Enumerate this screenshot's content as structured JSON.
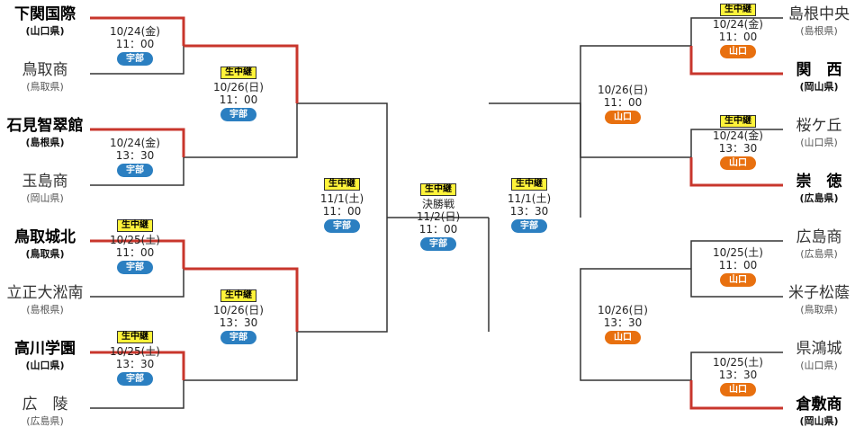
{
  "colors": {
    "win_line": "#c8362c",
    "line": "#333333",
    "udabe": "#2b7fc1",
    "yamaguchi": "#e8700f",
    "live_bg": "#fff33a"
  },
  "left_teams": [
    {
      "name": "下関国際",
      "pref": "(山口県)",
      "win": true
    },
    {
      "name": "鳥取商",
      "pref": "(鳥取県)",
      "win": false
    },
    {
      "name": "石見智翠館",
      "pref": "(島根県)",
      "win": true
    },
    {
      "name": "玉島商",
      "pref": "(岡山県)",
      "win": false
    },
    {
      "name": "鳥取城北",
      "pref": "(鳥取県)",
      "win": true
    },
    {
      "name": "立正大淞南",
      "pref": "(島根県)",
      "win": false
    },
    {
      "name": "高川学園",
      "pref": "(山口県)",
      "win": true
    },
    {
      "name": "広　陵",
      "pref": "(広島県)",
      "win": false
    }
  ],
  "right_teams": [
    {
      "name": "島根中央",
      "pref": "(島根県)",
      "win": false
    },
    {
      "name": "関　西",
      "pref": "(岡山県)",
      "win": true
    },
    {
      "name": "桜ケ丘",
      "pref": "(山口県)",
      "win": false
    },
    {
      "name": "崇　徳",
      "pref": "(広島県)",
      "win": true
    },
    {
      "name": "広島商",
      "pref": "(広島県)",
      "win": false
    },
    {
      "name": "米子松蔭",
      "pref": "(鳥取県)",
      "win": false
    },
    {
      "name": "県鴻城",
      "pref": "(山口県)",
      "win": false
    },
    {
      "name": "倉敷商",
      "pref": "(岡山県)",
      "win": true
    }
  ],
  "matches": {
    "l1_1": {
      "live": "",
      "date": "10/24(金)",
      "time": "11：00",
      "venue": "宇部",
      "venue_type": "udabe"
    },
    "l1_2": {
      "live": "",
      "date": "10/24(金)",
      "time": "13：30",
      "venue": "宇部",
      "venue_type": "udabe"
    },
    "l1_3": {
      "live": "生中継",
      "date": "10/25(土)",
      "time": "11：00",
      "venue": "宇部",
      "venue_type": "udabe"
    },
    "l1_4": {
      "live": "生中継",
      "date": "10/25(土)",
      "time": "13：30",
      "venue": "宇部",
      "venue_type": "udabe"
    },
    "l2_1": {
      "live": "生中継",
      "date": "10/26(日)",
      "time": "11：00",
      "venue": "宇部",
      "venue_type": "udabe"
    },
    "l2_2": {
      "live": "生中継",
      "date": "10/26(日)",
      "time": "13：30",
      "venue": "宇部",
      "venue_type": "udabe"
    },
    "l3": {
      "live": "生中継",
      "date": "11/1(土)",
      "time": "11：00",
      "venue": "宇部",
      "venue_type": "udabe"
    },
    "final": {
      "live": "生中継",
      "label": "決勝戦",
      "date": "11/2(日)",
      "time": "11：00",
      "venue": "宇部",
      "venue_type": "udabe"
    },
    "r3": {
      "live": "生中継",
      "date": "11/1(土)",
      "time": "13：30",
      "venue": "宇部",
      "venue_type": "udabe"
    },
    "r2_1": {
      "live": "",
      "date": "10/26(日)",
      "time": "11：00",
      "venue": "山口",
      "venue_type": "yamaguchi"
    },
    "r2_2": {
      "live": "",
      "date": "10/26(日)",
      "time": "13：30",
      "venue": "山口",
      "venue_type": "yamaguchi"
    },
    "r1_1": {
      "live": "生中継",
      "date": "10/24(金)",
      "time": "11：00",
      "venue": "山口",
      "venue_type": "yamaguchi"
    },
    "r1_2": {
      "live": "生中継",
      "date": "10/24(金)",
      "time": "13：30",
      "venue": "山口",
      "venue_type": "yamaguchi"
    },
    "r1_3": {
      "live": "",
      "date": "10/25(土)",
      "time": "11：00",
      "venue": "山口",
      "venue_type": "yamaguchi"
    },
    "r1_4": {
      "live": "",
      "date": "10/25(土)",
      "time": "13：30",
      "venue": "山口",
      "venue_type": "yamaguchi"
    }
  }
}
